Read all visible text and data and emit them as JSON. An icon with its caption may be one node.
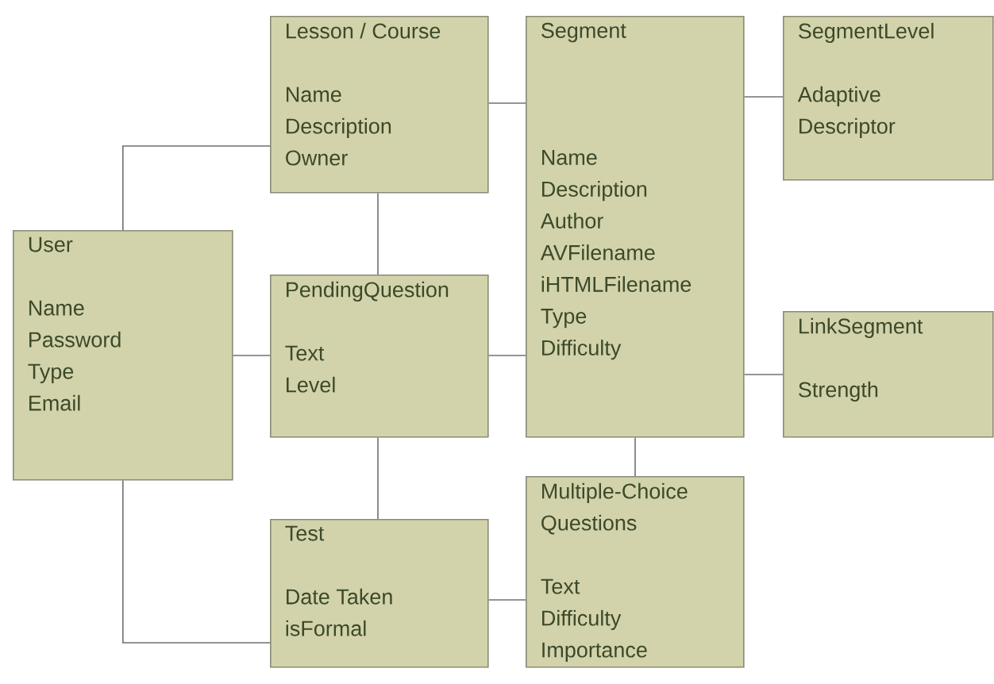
{
  "diagram": {
    "nodes": [
      {
        "text": [
          "User",
          "Name",
          "Password",
          "Type",
          "Email"
        ]
      },
      {
        "text": [
          "Lesson / Course",
          "Name",
          "Description",
          "Owner"
        ]
      },
      {
        "text": [
          "PendingQuestion",
          "Text",
          "Level"
        ]
      },
      {
        "text": [
          "Test",
          "Date Taken",
          "isFormal"
        ]
      },
      {
        "text": [
          "Segment",
          "Name",
          "Description",
          "Author",
          "AVFilename",
          "iHTMLFilename",
          "Type",
          "Difficulty"
        ]
      },
      {
        "text": [
          "SegmentLevel",
          "Adaptive",
          "Descriptor"
        ]
      },
      {
        "text": [
          "LinkSegment",
          "Strength"
        ]
      },
      {
        "text": [
          "Multiple-Choice Questions",
          "Text",
          "Difficulty",
          "Importance"
        ]
      }
    ],
    "edges": [
      {
        "from": 0,
        "to": 1,
        "arrow": "none"
      },
      {
        "from": 0,
        "to": 2,
        "arrow": "none"
      },
      {
        "from": 0,
        "to": 3,
        "arrow": "none"
      },
      {
        "from": 1,
        "to": 2,
        "arrow": "none"
      },
      {
        "from": 2,
        "to": 3,
        "arrow": "none"
      },
      {
        "from": 1,
        "to": 4,
        "arrow": "none"
      },
      {
        "from": 2,
        "to": 4,
        "arrow": "none"
      },
      {
        "from": 4,
        "to": 5,
        "arrow": "none"
      },
      {
        "from": 4,
        "to": 6,
        "arrow": "none"
      },
      {
        "from": 4,
        "to": 7,
        "arrow": "none"
      },
      {
        "from": 3,
        "to": 7,
        "arrow": "none"
      }
    ]
  }
}
